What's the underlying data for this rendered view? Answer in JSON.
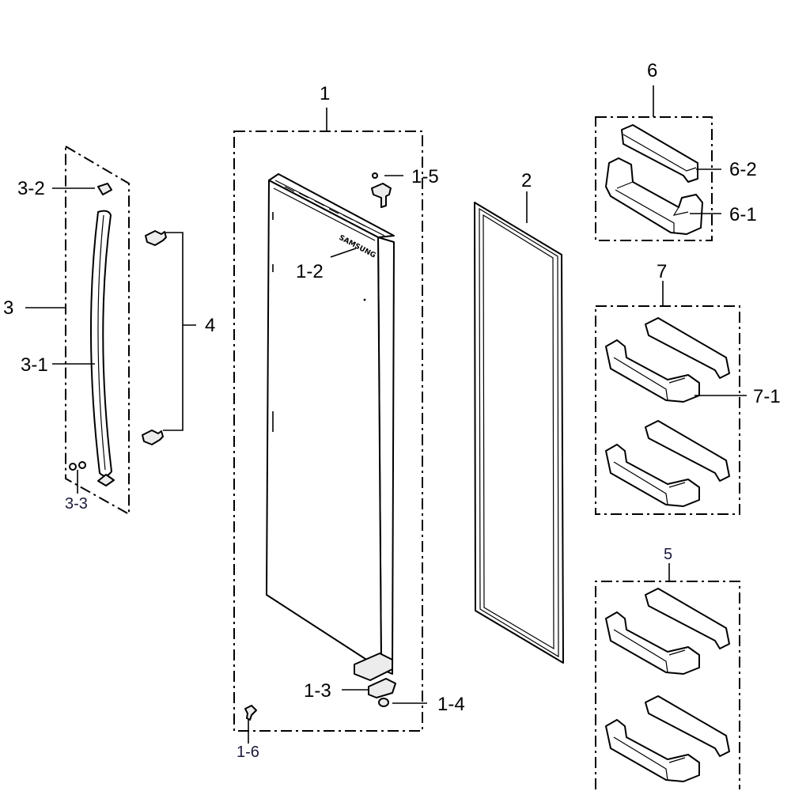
{
  "diagram": {
    "labels": {
      "door": "1",
      "door_cover": "1-2",
      "hinge_lower": "1-3",
      "washer": "1-4",
      "hinge_pin": "1-5",
      "screw": "1-6",
      "gasket": "2",
      "handle_group": "3",
      "handle": "3-1",
      "handle_cap": "3-2",
      "handle_screws": "3-3",
      "handle_bolts": "4",
      "guard_set": "5",
      "guard_group": "6",
      "guard_bin": "6-1",
      "guard_cover": "6-2",
      "bin_set": "7",
      "bin": "7-1"
    },
    "door_text": "SAMSUNG"
  }
}
